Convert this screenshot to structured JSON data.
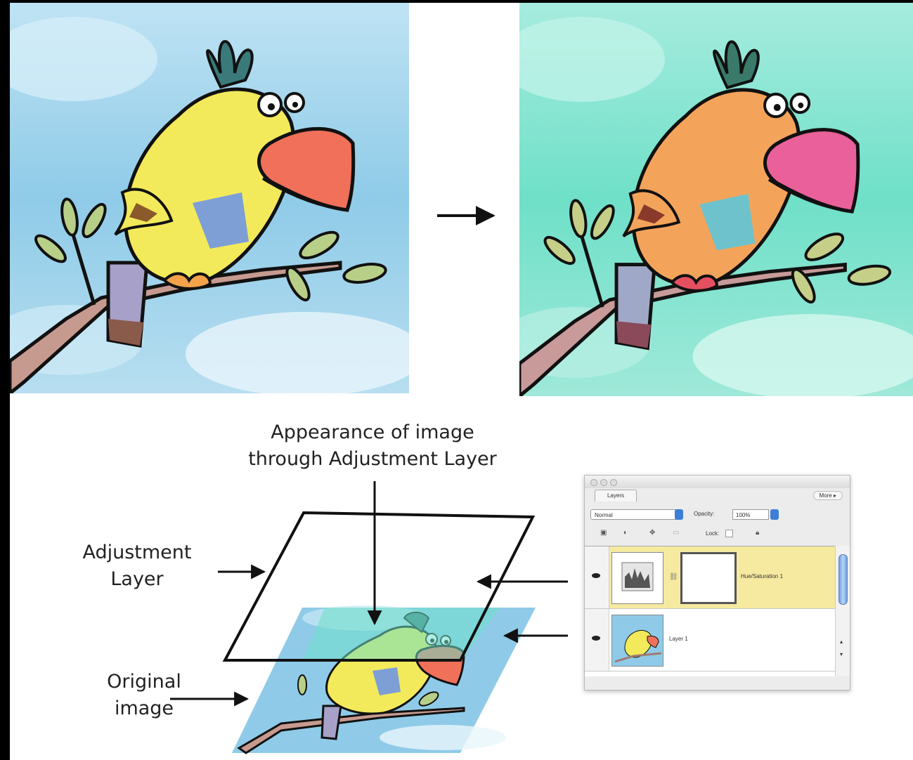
{
  "captions": {
    "appearance": [
      "Appearance of image",
      "through Adjustment Layer"
    ],
    "adjustment_layer": [
      "Adjustment",
      "Layer"
    ],
    "original_image": [
      "Original",
      "image"
    ]
  },
  "colors": {
    "original_sky": "#8fcbe8",
    "adjusted_sky": "#6fe0c8",
    "original_body": "#f2ea5a",
    "adjusted_body": "#f4a45a",
    "original_beak": "#f0705a",
    "adjusted_beak": "#e9609a"
  },
  "layers_palette": {
    "tab": "Layers",
    "more": "More ▸",
    "blend_mode": "Normal",
    "opacity_label": "Opacity:",
    "opacity_value": "100%",
    "lock_label": "Lock:",
    "layers": [
      {
        "name": "Hue/Saturation 1",
        "selected": true
      },
      {
        "name": "Layer 1",
        "selected": false
      }
    ]
  }
}
